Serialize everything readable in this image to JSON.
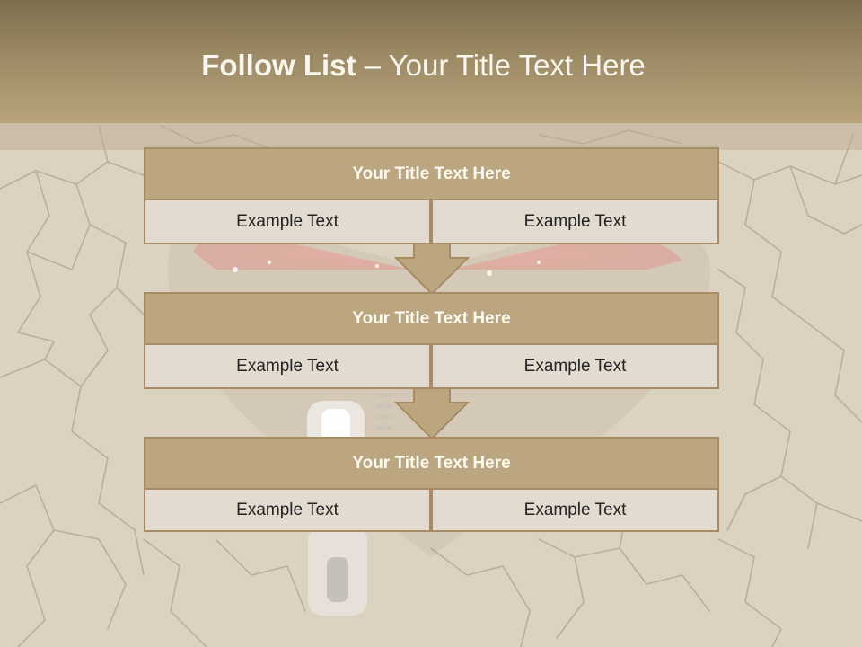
{
  "slide": {
    "title_bold": "Follow List",
    "title_separator": " – ",
    "title_rest": "Your Title Text Here"
  },
  "blocks": [
    {
      "title": "Your Title Text Here",
      "left": "Example Text",
      "right": "Example Text"
    },
    {
      "title": "Your Title Text Here",
      "left": "Example Text",
      "right": "Example Text"
    },
    {
      "title": "Your Title Text Here",
      "left": "Example Text",
      "right": "Example Text"
    }
  ],
  "colors": {
    "header_fill": "#bca67f",
    "border": "#a58c63",
    "cell_fill": "#e3dbd0",
    "title_bar": "#9c8a64"
  }
}
